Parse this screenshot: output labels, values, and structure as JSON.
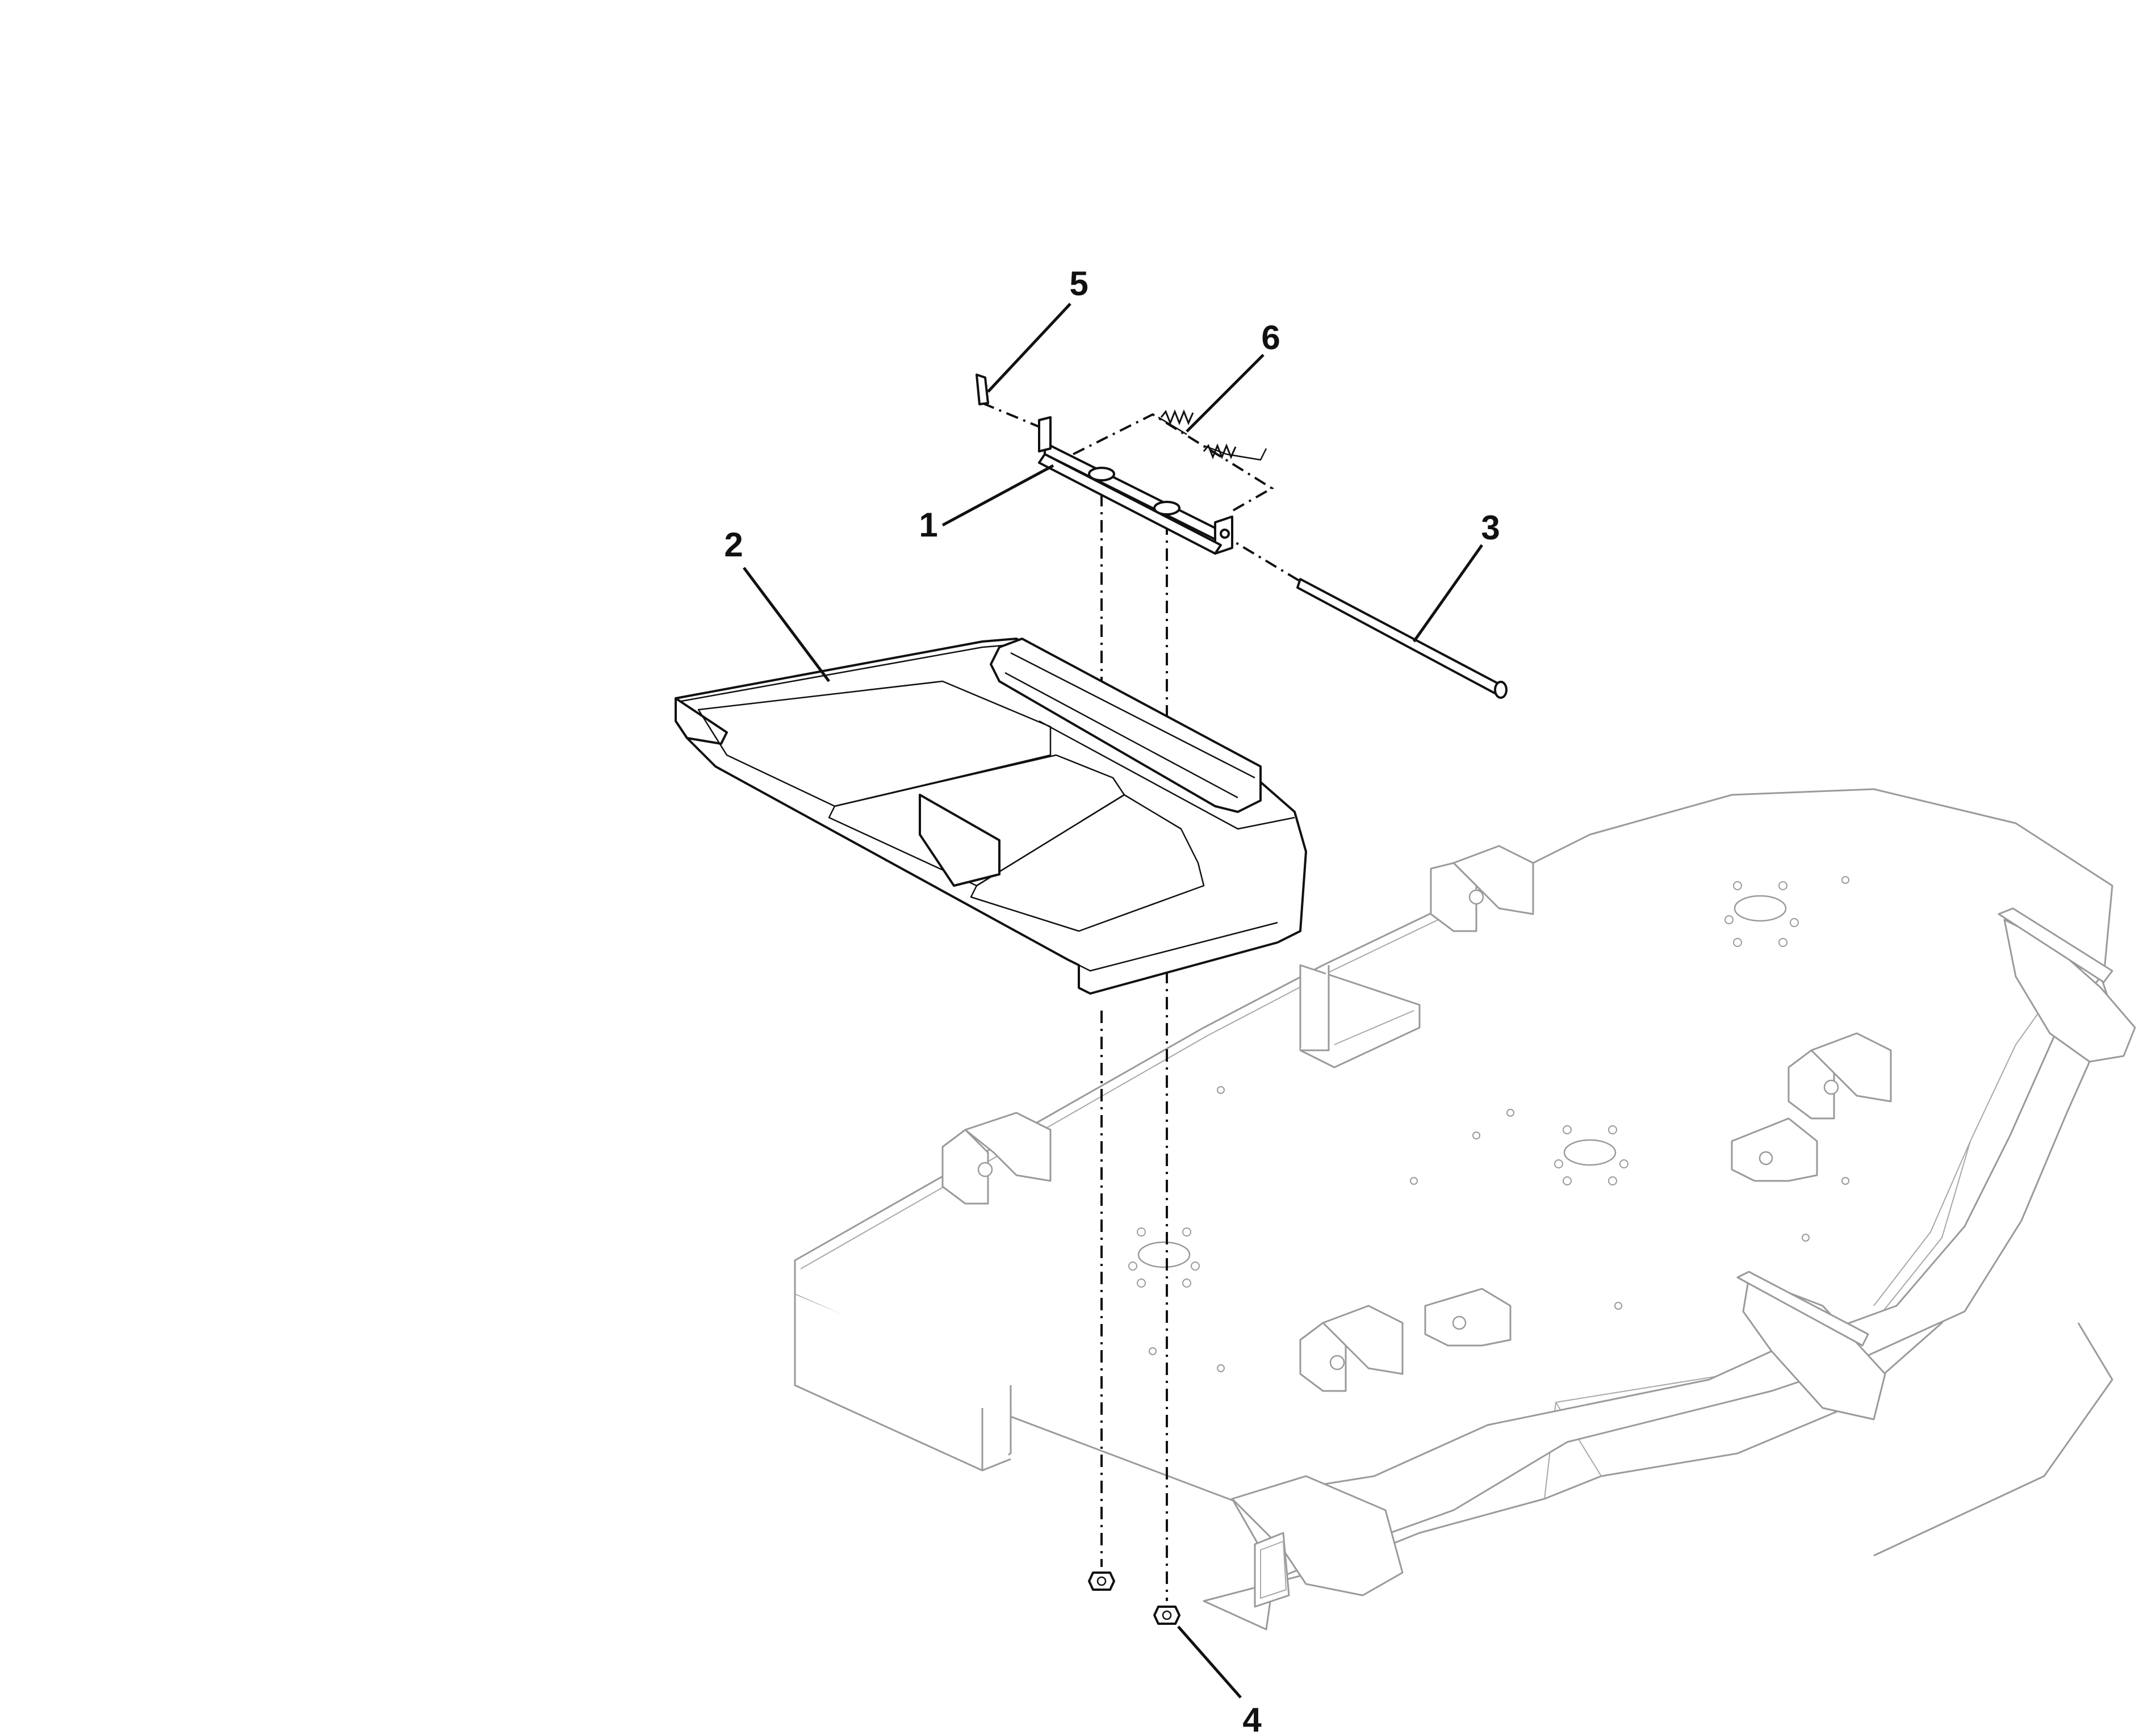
{
  "diagram": {
    "type": "exploded-parts-view",
    "callouts": [
      {
        "id": "1",
        "label": "1"
      },
      {
        "id": "2",
        "label": "2"
      },
      {
        "id": "3",
        "label": "3"
      },
      {
        "id": "4",
        "label": "4"
      },
      {
        "id": "5",
        "label": "5"
      },
      {
        "id": "6",
        "label": "6"
      }
    ]
  },
  "colors": {
    "line": "#111111",
    "ghost_line": "#9a9a9a",
    "background": "#ffffff"
  }
}
